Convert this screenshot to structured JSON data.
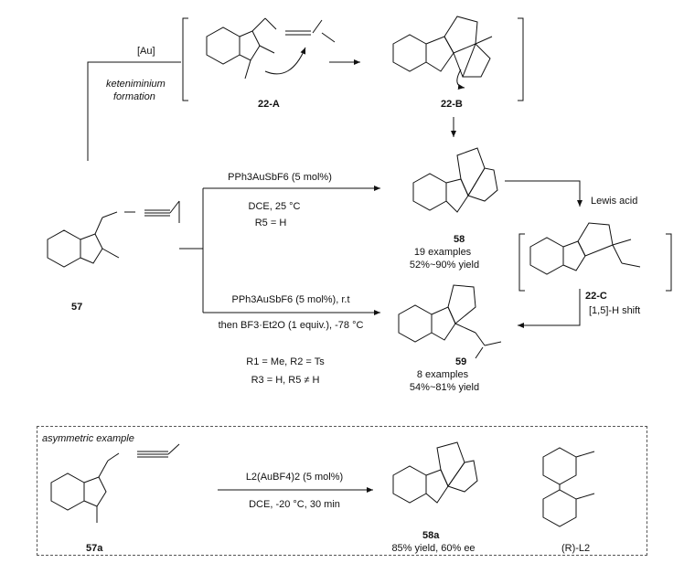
{
  "top": {
    "au_label": "[Au]",
    "keteniminium_line1": "keteniminium",
    "keteniminium_line2": "formation",
    "int_a": "22-A",
    "int_b": "22-B"
  },
  "compound57": {
    "id": "57"
  },
  "route1": {
    "catalyst": "PPh3AuSbF6 (5 mol%)",
    "solvent": "DCE, 25 °C",
    "condition": "R5 = H"
  },
  "product58": {
    "id": "58",
    "examples": "19 examples",
    "yield": "52%~90% yield"
  },
  "route2": {
    "catalyst": "PPh3AuSbF6 (5 mol%), r.t",
    "additive": "then BF3·Et2O (1 equiv.), -78 °C",
    "cond1": "R1 = Me, R2 = Ts",
    "cond2": "R3 = H, R5 ≠ H"
  },
  "product59": {
    "id": "59",
    "examples": "8 examples",
    "yield": "54%~81% yield"
  },
  "right": {
    "lewis_acid": "Lewis acid",
    "int_c": "22-C",
    "shift": "[1,5]-H shift"
  },
  "asymmetric": {
    "title": "asymmetric example",
    "substrate": "57a",
    "catalyst": "L2(AuBF4)2 (5 mol%)",
    "conditions": "DCE, -20 °C, 30 min",
    "product": "58a",
    "product_yield": "85% yield, 60% ee",
    "ligand": "(R)-L2"
  }
}
